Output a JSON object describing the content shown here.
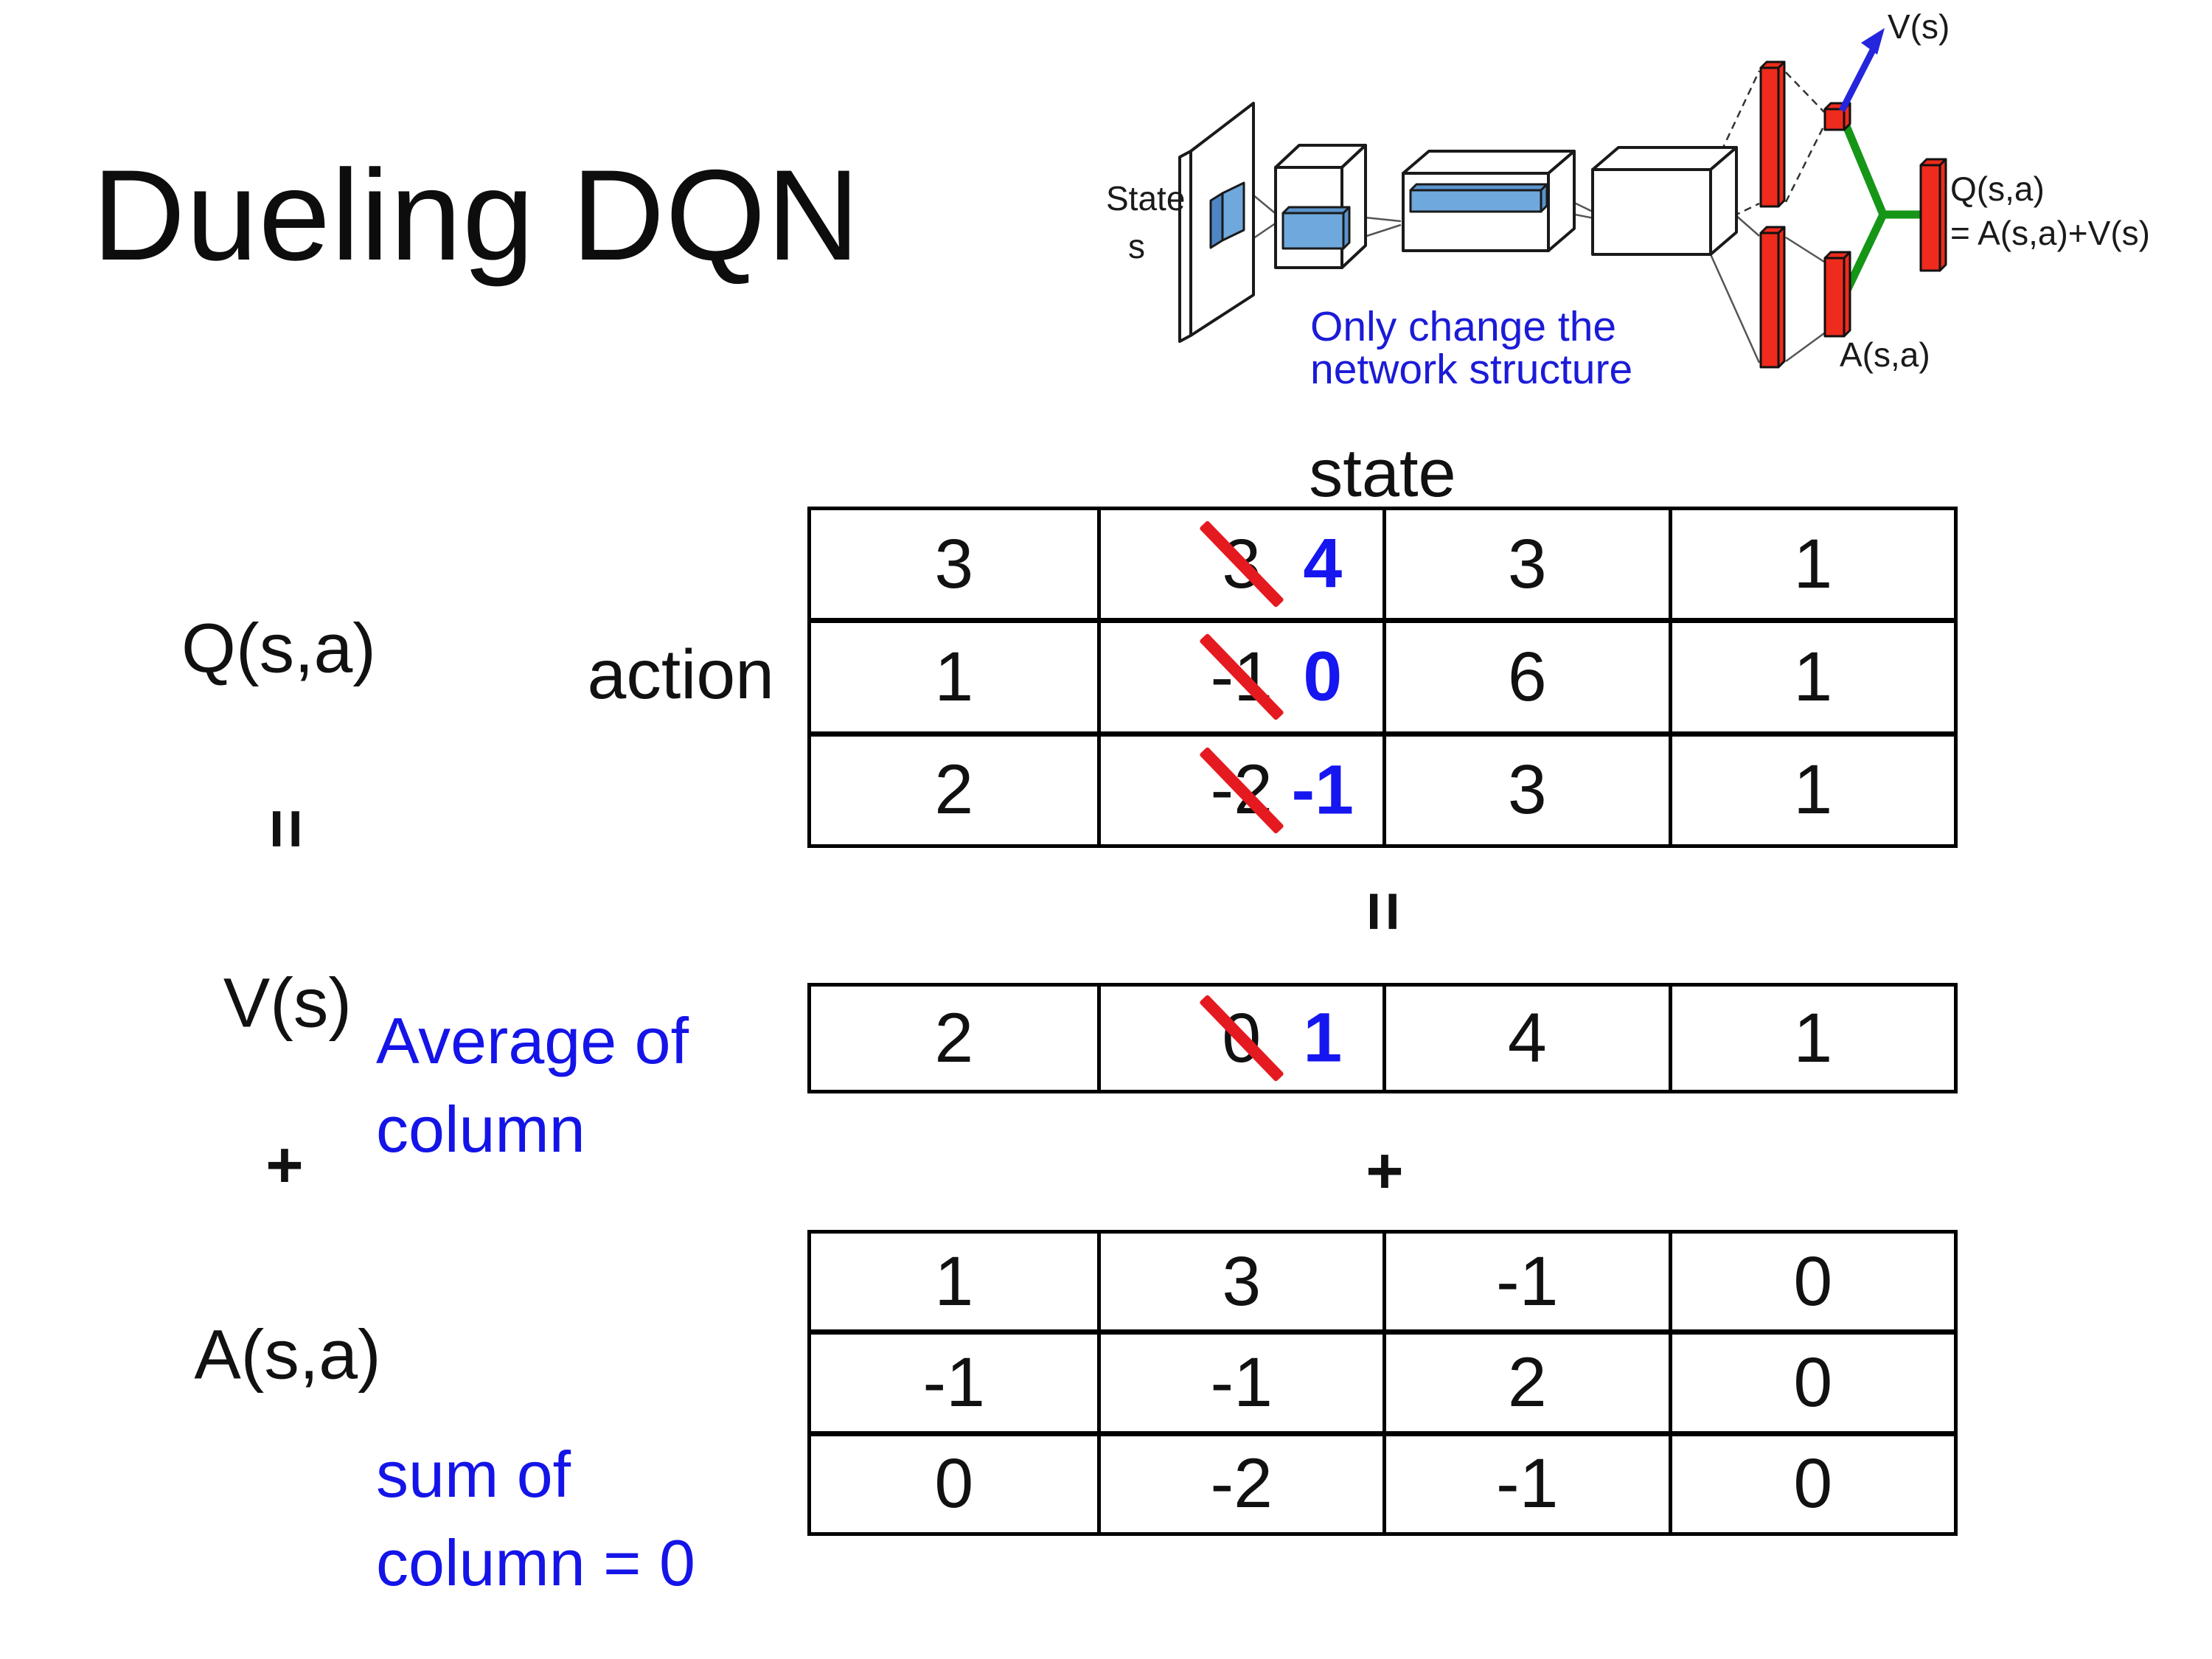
{
  "title": "Dueling DQN",
  "diagram": {
    "input_label_line1": "State",
    "input_label_line2": "s",
    "note_line1": "Only change the",
    "note_line2": "network structure",
    "v_out_label": "V(s)",
    "a_out_label": "A(s,a)",
    "q_out_label_line1": "Q(s,a)",
    "q_out_label_line2": "= A(s,a)+V(s)"
  },
  "equation": {
    "q_label": "Q(s,a)",
    "equals_left": "=",
    "v_label": "V(s)",
    "plus_left": "+",
    "a_label": "A(s,a)",
    "equals_mid": "=",
    "plus_mid": "+",
    "state_header": "state",
    "action_header": "action",
    "avg_note_line1": "Average of",
    "avg_note_line2": "column",
    "sum_note_line1": "sum of",
    "sum_note_line2": "column = 0"
  },
  "q_table": {
    "rows": [
      [
        {
          "v": "3"
        },
        {
          "old": "3",
          "new": "4"
        },
        {
          "v": "3"
        },
        {
          "v": "1"
        }
      ],
      [
        {
          "v": "1"
        },
        {
          "old": "-1",
          "new": "0"
        },
        {
          "v": "6"
        },
        {
          "v": "1"
        }
      ],
      [
        {
          "v": "2"
        },
        {
          "old": "-2",
          "new": "-1"
        },
        {
          "v": "3"
        },
        {
          "v": "1"
        }
      ]
    ]
  },
  "v_table": {
    "rows": [
      [
        {
          "v": "2"
        },
        {
          "old": "0",
          "new": "1"
        },
        {
          "v": "4"
        },
        {
          "v": "1"
        }
      ]
    ]
  },
  "a_table": {
    "rows": [
      [
        {
          "v": "1"
        },
        {
          "v": "3"
        },
        {
          "v": "-1"
        },
        {
          "v": "0"
        }
      ],
      [
        {
          "v": "-1"
        },
        {
          "v": "-1"
        },
        {
          "v": "2"
        },
        {
          "v": "0"
        }
      ],
      [
        {
          "v": "0"
        },
        {
          "v": "-2"
        },
        {
          "v": "-1"
        },
        {
          "v": "0"
        }
      ]
    ]
  },
  "colors": {
    "annotation_blue": "#1414e8",
    "corrected_blue": "#1616f0",
    "strike_red": "#e51a20",
    "bar_red": "#ee2b1c",
    "merge_green": "#169616",
    "conv_blue": "#6fa8dc"
  }
}
